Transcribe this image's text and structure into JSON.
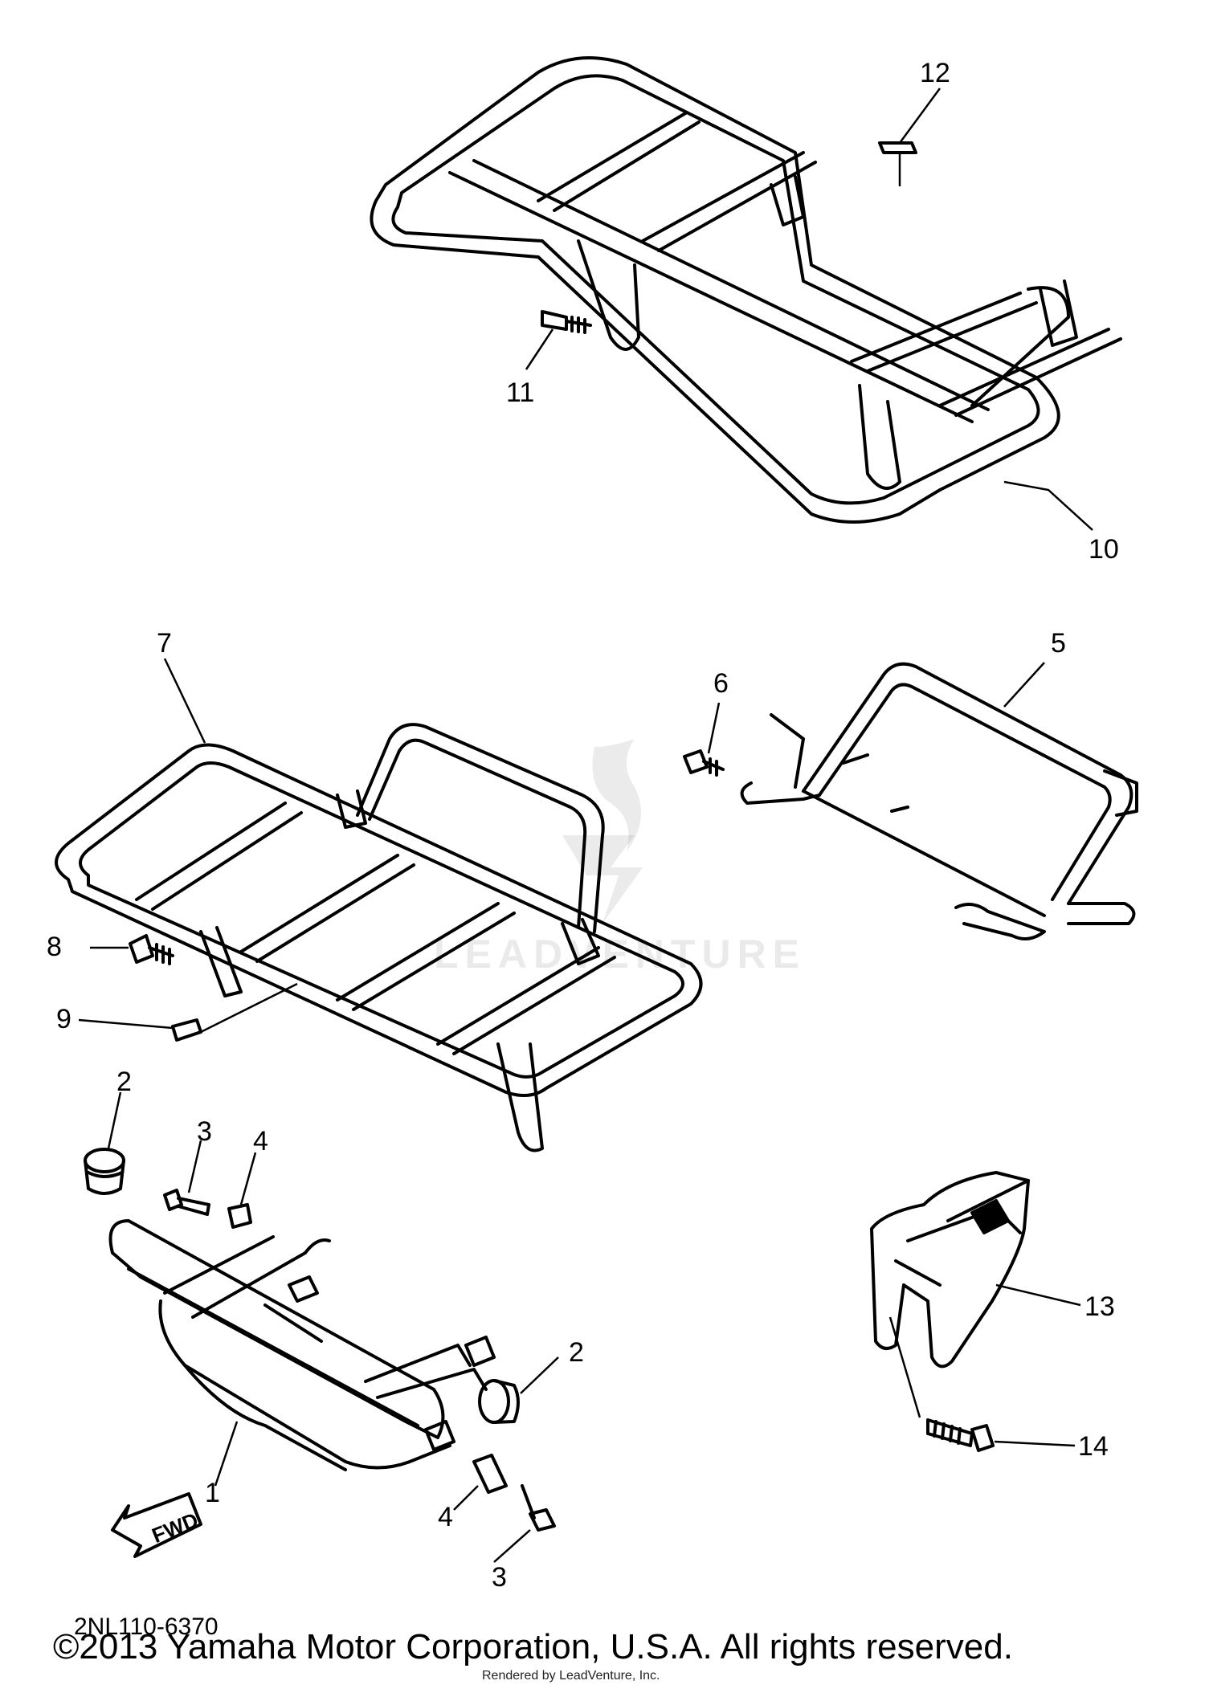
{
  "diagram": {
    "callouts": {
      "c1": "1",
      "c2a": "2",
      "c2b": "2",
      "c3a": "3",
      "c3b": "3",
      "c4a": "4",
      "c4b": "4",
      "c5": "5",
      "c6": "6",
      "c7": "7",
      "c8": "8",
      "c9": "9",
      "c10": "10",
      "c11": "11",
      "c12": "12",
      "c13": "13",
      "c14": "14"
    },
    "fwd_label": "FWD",
    "part_code": "2NL110-6370"
  },
  "watermark": {
    "text": "LEADVENTURE"
  },
  "footer": {
    "copyright": "©2013 Yamaha Motor Corporation, U.S.A. All rights reserved.",
    "rendered_by": "Rendered by LeadVenture, Inc."
  }
}
